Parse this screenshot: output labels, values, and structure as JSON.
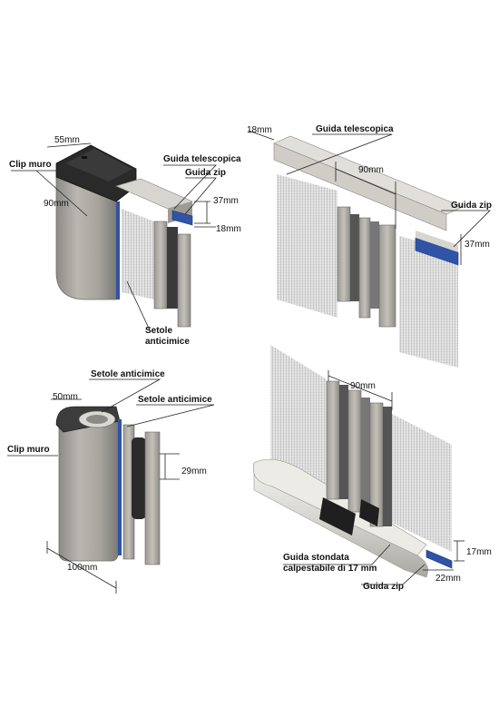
{
  "panel1": {
    "dim_width": "55mm",
    "dim_depth": "90mm",
    "label_clip": "Clip muro",
    "label_guida_tel": "Guida telescopica",
    "label_guida_zip": "Guida zip",
    "dim_37": "37mm",
    "dim_18": "18mm",
    "label_setole_1": "Setole",
    "label_setole_2": "anticimice"
  },
  "panel2": {
    "dim_18": "18mm",
    "label_guida_tel": "Guida telescopica",
    "dim_90": "90mm",
    "label_guida_zip": "Guida zip",
    "dim_37": "37mm"
  },
  "panel3": {
    "label_setole_top": "Setole anticimice",
    "dim_50": "50mm",
    "label_setole_right": "Setole anticimice",
    "label_clip": "Clip muro",
    "dim_29": "29mm",
    "dim_100": "100mm"
  },
  "panel4": {
    "dim_90": "90mm",
    "label_guida_stondata_1": "Guida stondata",
    "label_guida_stondata_2": "calpestabile di 17 mm",
    "dim_17": "17mm",
    "label_guida_zip": "Guida zip",
    "dim_22": "22mm"
  }
}
